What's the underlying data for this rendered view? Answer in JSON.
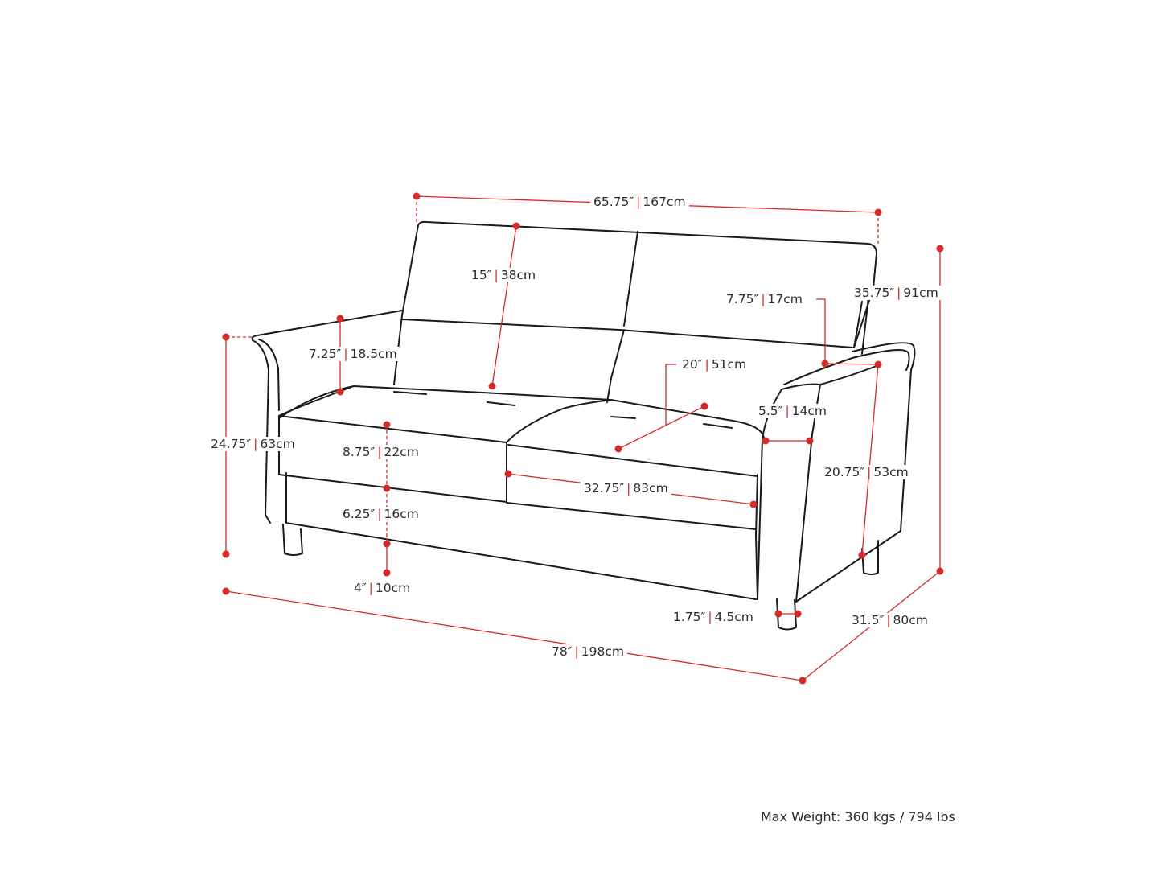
{
  "colors": {
    "outline": "#1a1a1a",
    "dimension": "#d42a2a",
    "background": "#ffffff",
    "text": "#2b2b2b"
  },
  "separator": "|",
  "dimensions": {
    "back_width": {
      "imperial": "65.75″",
      "metric": "167cm"
    },
    "back_height": {
      "imperial": "15″",
      "metric": "38cm"
    },
    "total_height": {
      "imperial": "35.75″",
      "metric": "91cm"
    },
    "arm_width": {
      "imperial": "7.75″",
      "metric": "17cm"
    },
    "arm_rise": {
      "imperial": "7.25″",
      "metric": "18.5cm"
    },
    "seat_depth": {
      "imperial": "20″",
      "metric": "51cm"
    },
    "arm_thickness": {
      "imperial": "5.5″",
      "metric": "14cm"
    },
    "arm_height": {
      "imperial": "24.75″",
      "metric": "63cm"
    },
    "cushion_height": {
      "imperial": "8.75″",
      "metric": "22cm"
    },
    "seat_width": {
      "imperial": "32.75″",
      "metric": "83cm"
    },
    "arm_side_height": {
      "imperial": "20.75″",
      "metric": "53cm"
    },
    "base_height": {
      "imperial": "6.25″",
      "metric": "16cm"
    },
    "leg_height": {
      "imperial": "4″",
      "metric": "10cm"
    },
    "leg_width": {
      "imperial": "1.75″",
      "metric": "4.5cm"
    },
    "total_depth": {
      "imperial": "31.5″",
      "metric": "80cm"
    },
    "total_width": {
      "imperial": "78″",
      "metric": "198cm"
    }
  },
  "max_weight": "Max Weight: 360 kgs / 794 lbs"
}
